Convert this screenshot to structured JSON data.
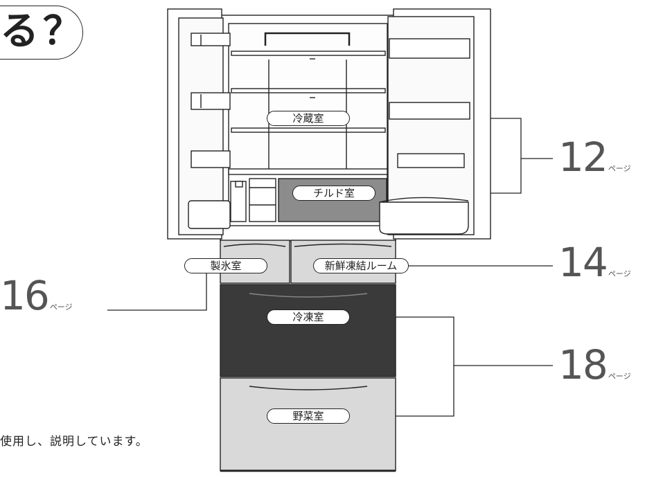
{
  "title": {
    "text": "る？"
  },
  "labels": {
    "fridge": "冷蔵室",
    "chilled": "チルド室",
    "ice": "製氷室",
    "quick_freeze": "新鮮凍結ルーム",
    "freezer": "冷凍室",
    "vegetable": "野菜室"
  },
  "page_refs": {
    "p12": "12",
    "p14": "14",
    "p16": "16",
    "p18": "18",
    "unit": "ページ"
  },
  "footer_note": "使用し、説明しています。",
  "colors": {
    "outline": "#222222",
    "freezer_fill": "#3a3a3a",
    "drawer_fill": "#d9d9d9",
    "chilled_fill": "#8c8c8c",
    "page_number": "#555555"
  }
}
